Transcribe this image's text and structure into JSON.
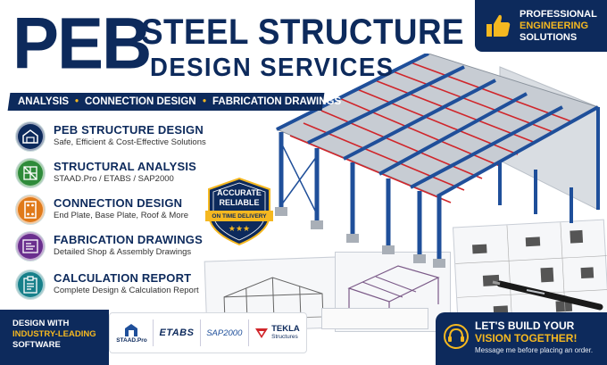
{
  "title": {
    "peb": "PEB",
    "line1": "STEEL STRUCTURE",
    "line2": "DESIGN SERVICES"
  },
  "professional_badge": {
    "line1": "PROFESSIONAL",
    "line2": "ENGINEERING",
    "line3": "SOLUTIONS",
    "icon": "thumbs-up-icon"
  },
  "service_strip": [
    "ANALYSIS",
    "CONNECTION DESIGN",
    "FABRICATION DRAWINGS"
  ],
  "services": [
    {
      "title": "PEB STRUCTURE DESIGN",
      "subtitle": "Safe, Efficient & Cost-Effective Solutions",
      "icon": "warehouse-icon",
      "color": "#0d2a5c"
    },
    {
      "title": "STRUCTURAL ANALYSIS",
      "subtitle": "STAAD.Pro / ETABS / SAP2000",
      "icon": "grid-frame-icon",
      "color": "#2e8b3a"
    },
    {
      "title": "CONNECTION DESIGN",
      "subtitle": "End Plate, Base Plate, Roof & More",
      "icon": "bolted-plate-icon",
      "color": "#e07a1a"
    },
    {
      "title": "FABRICATION DRAWINGS",
      "subtitle": "Detailed Shop & Assembly Drawings",
      "icon": "drawing-sheet-icon",
      "color": "#6a2f8e"
    },
    {
      "title": "CALCULATION REPORT",
      "subtitle": "Complete Design & Calculation Report",
      "icon": "clipboard-icon",
      "color": "#17808a"
    }
  ],
  "seal": {
    "line1": "ACCURATE",
    "line2": "RELIABLE",
    "ribbon": "ON TIME DELIVERY",
    "stars": "★★★"
  },
  "software": {
    "label_line1": "DESIGN WITH",
    "label_line2": "INDUSTRY-LEADING",
    "label_line3": "SOFTWARE",
    "staad": "STAAD.Pro",
    "etabs": "ETABS",
    "sap": "SAP2000",
    "tekla_1": "TEKLA",
    "tekla_2": "Structures"
  },
  "cta": {
    "line1": "LET'S BUILD YOUR",
    "line2": "VISION TOGETHER!",
    "note": "Message me before placing an order.",
    "icon": "headset-icon"
  },
  "colors": {
    "navy": "#0d2a5c",
    "accent_yellow": "#f5b820",
    "steel_blue": "#1f4f9a",
    "purlin_red": "#d0262b"
  }
}
